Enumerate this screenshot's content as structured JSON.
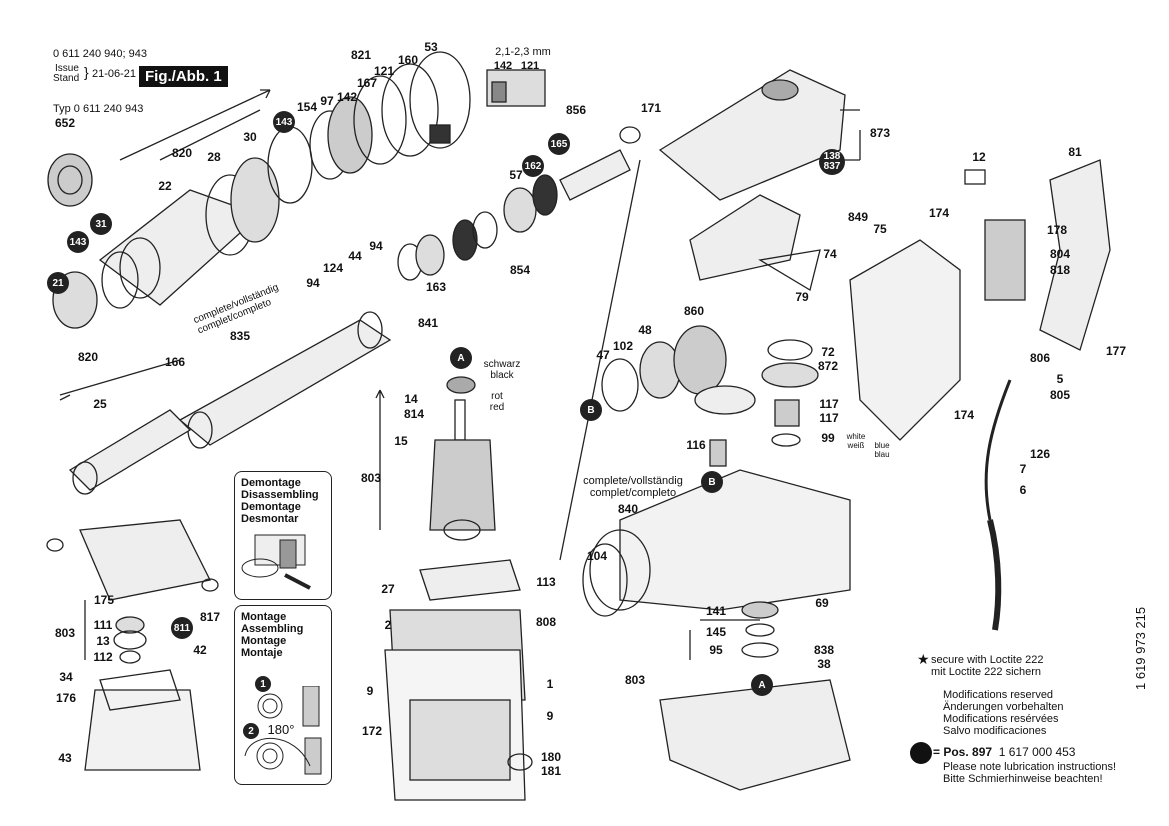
{
  "header": {
    "model_numbers": "0 611 240 940; 943",
    "issue_label": "Issue",
    "stand_label": "Stand",
    "issue_date": "21-06-21",
    "figure_label": "Fig./Abb. 1",
    "type_label": "Typ 0 611 240 943"
  },
  "detail_inset": {
    "dimension": "2,1-2,3 mm",
    "parts": [
      "142",
      "121"
    ]
  },
  "part_labels": [
    "652",
    "820",
    "30",
    "28",
    "22",
    "154",
    "97",
    "142",
    "167",
    "121",
    "821",
    "160",
    "53",
    "856",
    "57",
    "854",
    "163",
    "841",
    "94",
    "44",
    "124",
    "94",
    "835",
    "820",
    "166",
    "25",
    "14",
    "814",
    "15",
    "803",
    "27",
    "113",
    "808",
    "2",
    "9",
    "1",
    "9",
    "172",
    "180",
    "181",
    "175",
    "803",
    "111",
    "13",
    "112",
    "817",
    "42",
    "34",
    "176",
    "43",
    "171",
    "873",
    "849",
    "74",
    "79",
    "12",
    "81",
    "174",
    "75",
    "178",
    "804",
    "818",
    "177",
    "806",
    "5",
    "805",
    "174",
    "126",
    "7",
    "6",
    "860",
    "48",
    "102",
    "47",
    "72",
    "872",
    "117",
    "117",
    "99",
    "116",
    "840",
    "104",
    "141",
    "145",
    "95",
    "69",
    "803",
    "838",
    "38"
  ],
  "circled_labels": [
    "21",
    "143",
    "31",
    "143",
    "165",
    "162",
    "811",
    "A",
    "A",
    "B",
    "B"
  ],
  "circled_double": [
    "138",
    "837"
  ],
  "wire_labels": {
    "black_de": "schwarz",
    "black_en": "black",
    "red_de": "rot",
    "red_en": "red",
    "white_en": "white",
    "white_de": "weiß",
    "blue_en": "blue",
    "blue_de": "blau"
  },
  "complete_labels": {
    "line1": "complete/vollständig",
    "line2": "complet/completo"
  },
  "disassembly_box": {
    "lines": [
      "Demontage",
      "Disassembling",
      "Demontage",
      "Desmontar"
    ]
  },
  "assembly_box": {
    "lines": [
      "Montage",
      "Assembling",
      "Montage",
      "Montaje"
    ],
    "step1": "1",
    "step2": "2",
    "angle": "180°"
  },
  "notes": {
    "loctite_en": "secure with Loctite 222",
    "loctite_de": "mit Loctite 222 sichern",
    "mods": [
      "Modifications reserved",
      "Änderungen vorbehalten",
      "Modifications resérvées",
      "Salvo modificaciones"
    ],
    "pos_label": "= Pos.",
    "pos_number": "897",
    "pos_part": "1 617 000 453",
    "lube_en": "Please note lubrication instructions!",
    "lube_de": "Bitte Schmierhinweise beachten!",
    "doc_number": "1 619 973 215"
  },
  "colors": {
    "ink": "#111111",
    "shade": "#bbbbbb",
    "background": "#ffffff"
  }
}
